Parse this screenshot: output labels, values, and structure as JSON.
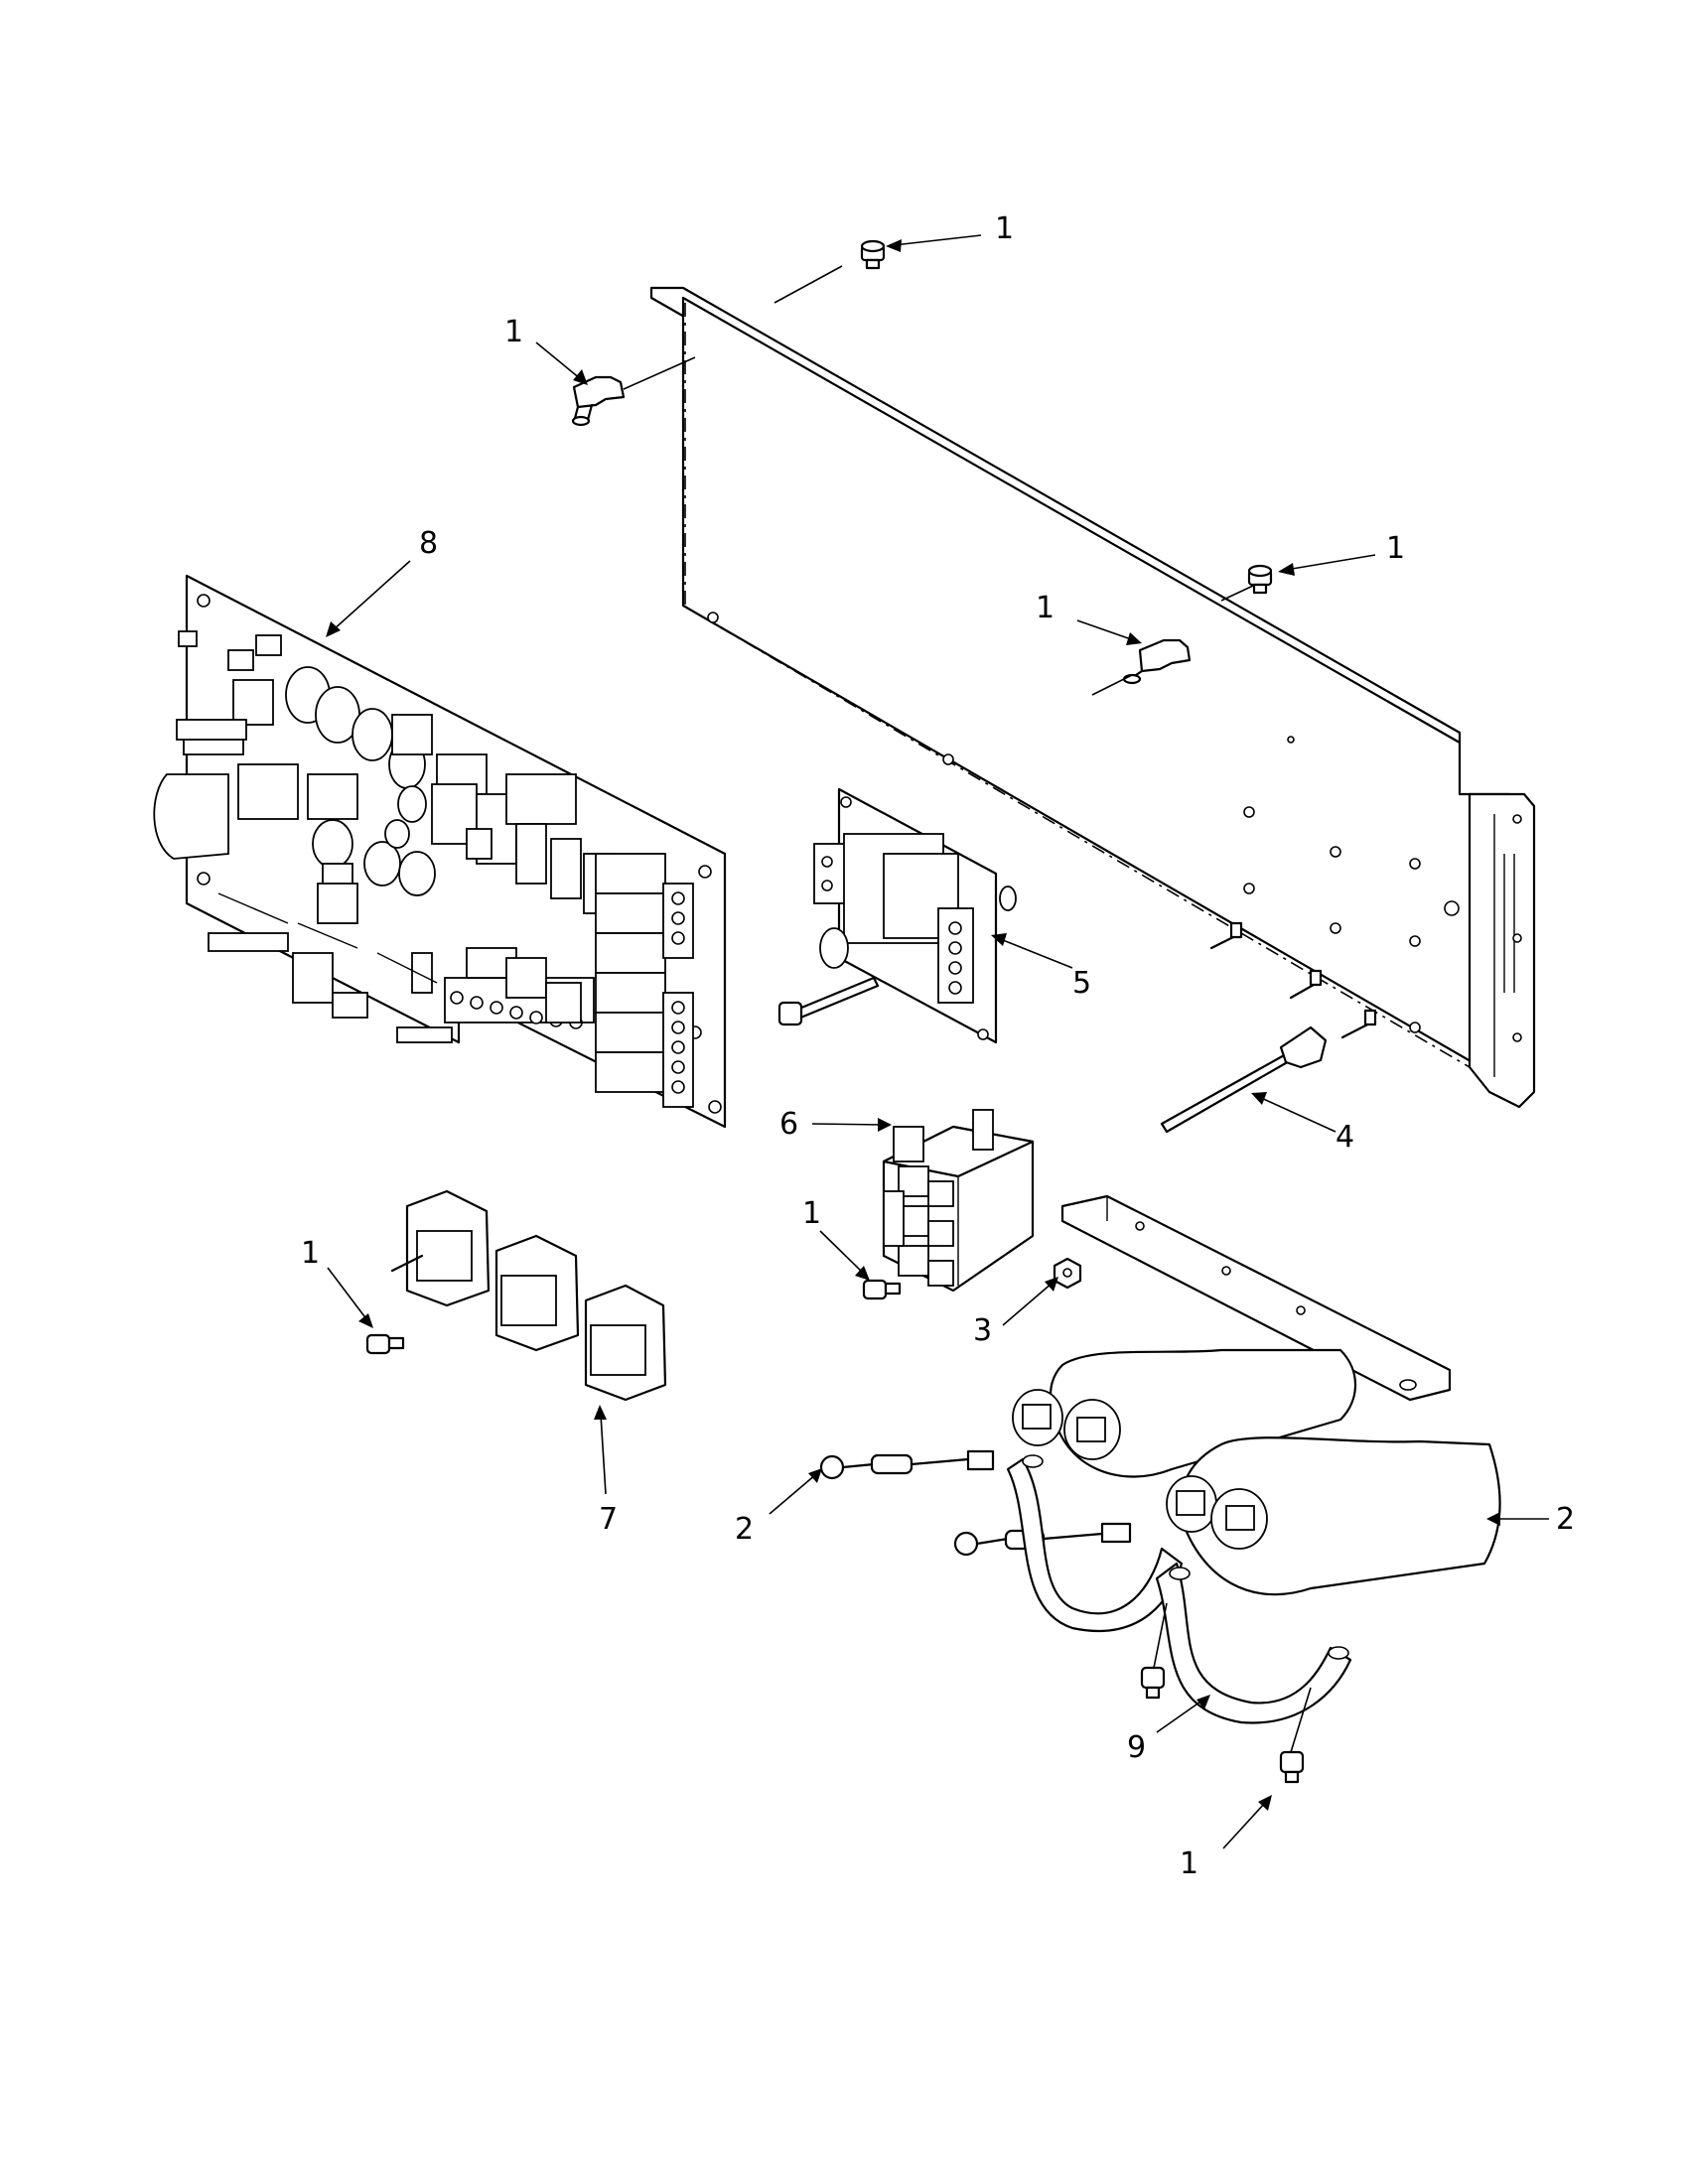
{
  "diagram": {
    "callouts": [
      {
        "id": "c1a",
        "label": "1"
      },
      {
        "id": "c1b",
        "label": "1"
      },
      {
        "id": "c1c",
        "label": "1"
      },
      {
        "id": "c1d",
        "label": "1"
      },
      {
        "id": "c1e",
        "label": "1"
      },
      {
        "id": "c1f",
        "label": "1"
      },
      {
        "id": "c1g",
        "label": "1"
      },
      {
        "id": "c2a",
        "label": "2"
      },
      {
        "id": "c2b",
        "label": "2"
      },
      {
        "id": "c3",
        "label": "3"
      },
      {
        "id": "c4",
        "label": "4"
      },
      {
        "id": "c5",
        "label": "5"
      },
      {
        "id": "c6",
        "label": "6"
      },
      {
        "id": "c7",
        "label": "7"
      },
      {
        "id": "c8",
        "label": "8"
      },
      {
        "id": "c9",
        "label": "9"
      }
    ]
  }
}
